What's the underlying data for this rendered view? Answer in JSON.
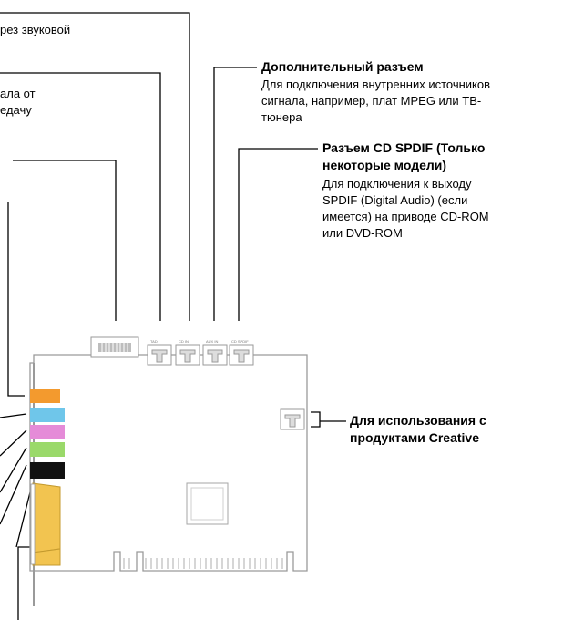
{
  "left_fragments": {
    "line1": "рез звуковой",
    "line2": "ала от",
    "line3": "едачу"
  },
  "aux_connector": {
    "title": "Дополнительный разъем",
    "desc_lines": [
      "Для подключения внутренних источников",
      "сигнала, например, плат MPEG или ТВ-",
      "тюнера"
    ]
  },
  "cd_spdif": {
    "title_lines": [
      "Разъем CD SPDIF (Только",
      "некоторые модели)"
    ],
    "desc_lines": [
      "Для подключения к выходу",
      "SPDIF (Digital Audio) (если",
      "имеется) на приводе CD-ROM",
      "или DVD-ROM"
    ]
  },
  "creative": {
    "title_lines": [
      "Для использования с",
      "продуктами Creative"
    ]
  },
  "board_labels": {
    "tad": "TAD",
    "cd_in": "CD IN",
    "aux_in": "AUX IN",
    "cd_spdif": "CD SPDIF"
  },
  "colors": {
    "jack_orange": "#f39a2e",
    "jack_blue": "#6fc6ea",
    "jack_pink": "#e58bd8",
    "jack_green": "#9ad96a",
    "jack_black": "#111111",
    "connector_gold": "#f2c450"
  }
}
